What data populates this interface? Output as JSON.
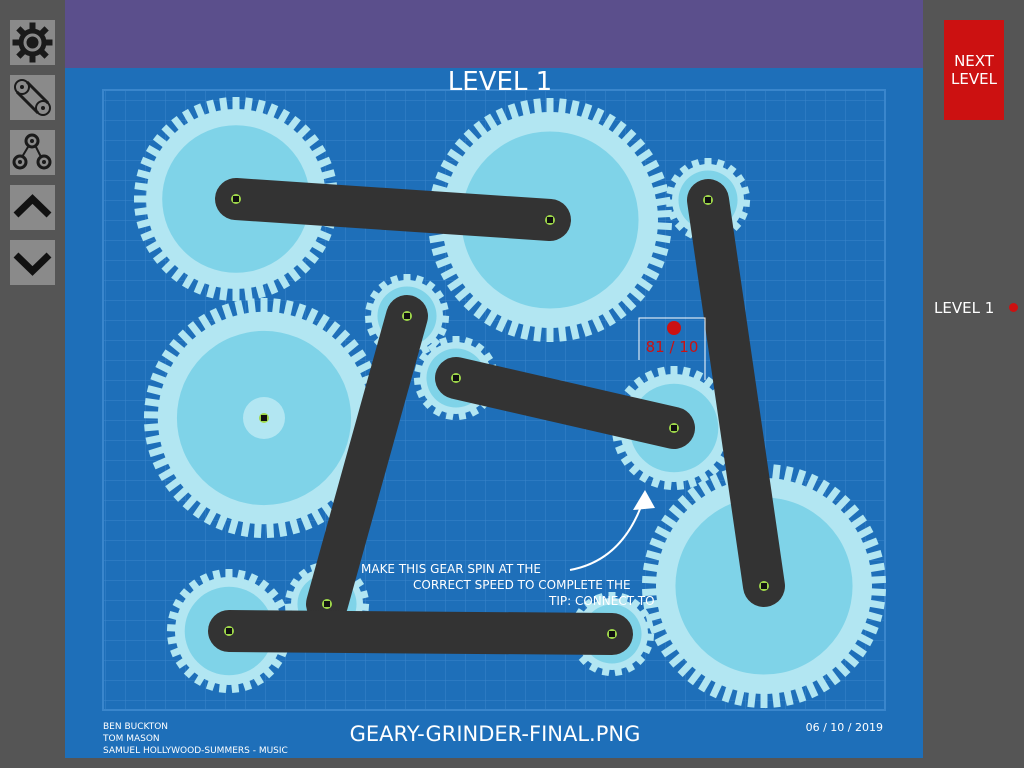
{
  "toolbar": {
    "items": [
      {
        "name": "gear-tool-icon"
      },
      {
        "name": "chain-tool-icon"
      },
      {
        "name": "multi-gear-tool-icon"
      },
      {
        "name": "arrow-up-icon"
      },
      {
        "name": "arrow-down-icon"
      }
    ]
  },
  "board": {
    "level_title": "LEVEL 1",
    "speed_readout": "81 / 10",
    "hint_line1": "MAKE THIS GEAR SPIN AT THE",
    "hint_line2": "CORRECT SPEED TO COMPLETE THE",
    "hint_line3": "TIP: CONNECT TO",
    "credits": [
      "BEN BUCKTON",
      "TOM MASON",
      "SAMUEL HOLLYWOOD-SUMMERS - MUSIC"
    ],
    "filename": "GEARY-GRINDER-FINAL.PNG",
    "date": "06 / 10 / 2019",
    "colors": {
      "blueprint": "#1e6fb9",
      "grid": "#3a86cc",
      "top_band": "#5b4f8c",
      "gear_outer": "#b2e6f2",
      "gear_inner": "#7fd3e8",
      "belt": "#333333",
      "axle": "#9fd84a"
    }
  },
  "next_level": {
    "line1": "NEXT",
    "line2": "LEVEL"
  },
  "level_list": [
    {
      "label": "LEVEL 1",
      "current": true
    }
  ]
}
